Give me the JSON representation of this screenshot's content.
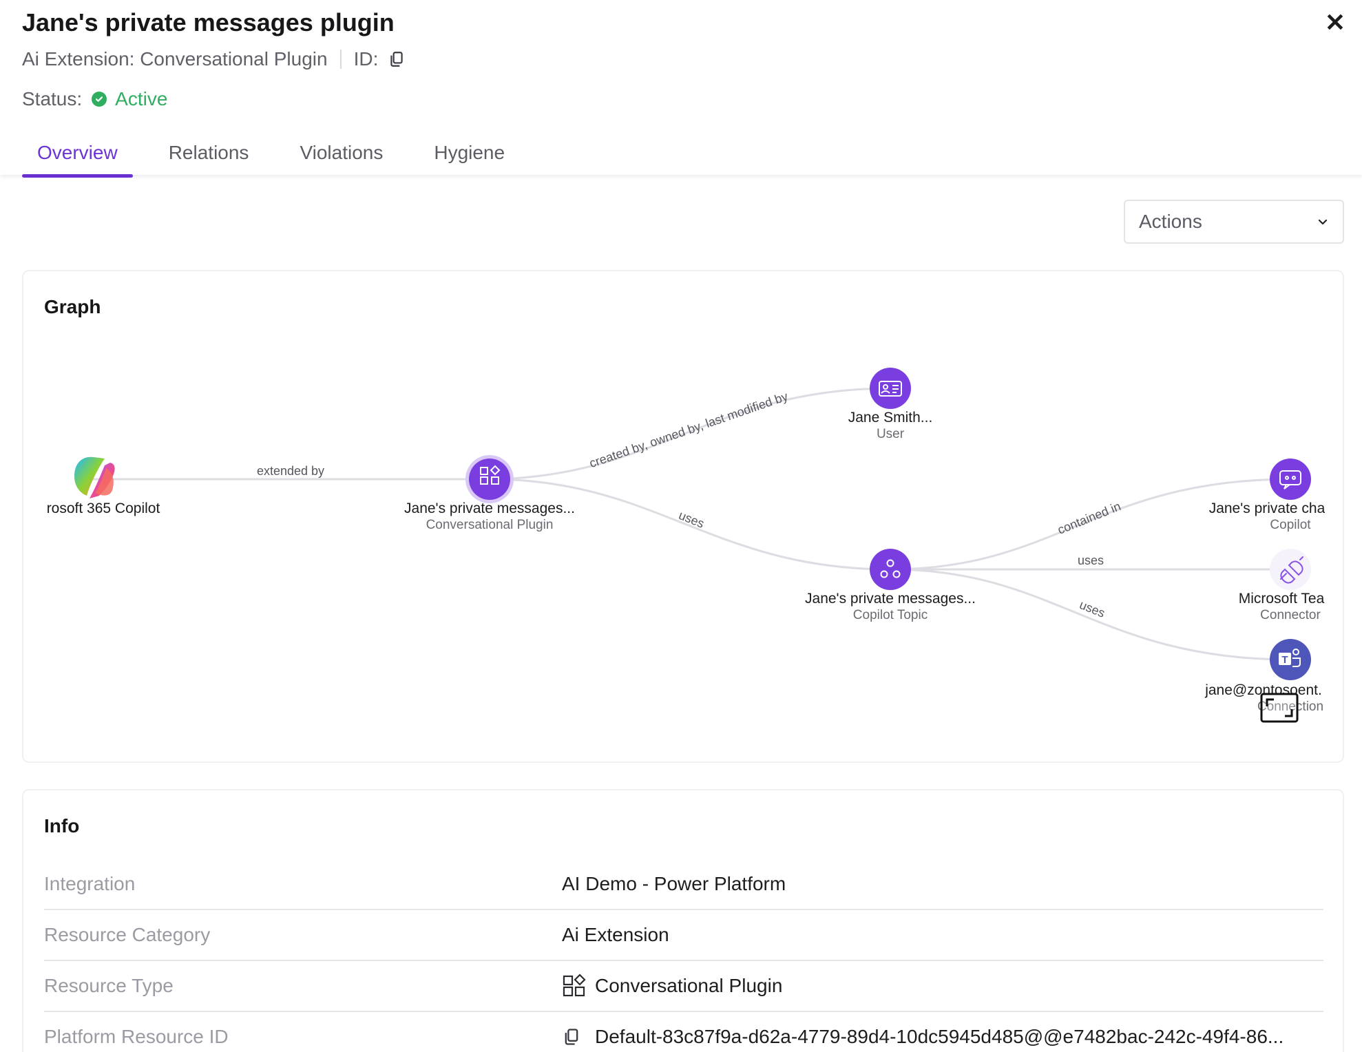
{
  "header": {
    "title": "Jane's private messages plugin",
    "subtitle": "Ai Extension: Conversational Plugin",
    "id_label": "ID:",
    "status_label": "Status:",
    "status_value": "Active"
  },
  "tabs": [
    {
      "label": "Overview",
      "active": true
    },
    {
      "label": "Relations",
      "active": false
    },
    {
      "label": "Violations",
      "active": false
    },
    {
      "label": "Hygiene",
      "active": false
    }
  ],
  "actions": {
    "label": "Actions"
  },
  "graph": {
    "title": "Graph",
    "nodes": {
      "copilot": {
        "name": "rosoft 365 Copilot"
      },
      "plugin": {
        "name": "Jane's private messages...",
        "type": "Conversational Plugin"
      },
      "user": {
        "name": "Jane Smith...",
        "type": "User"
      },
      "topic": {
        "name": "Jane's private messages...",
        "type": "Copilot Topic"
      },
      "copilot2": {
        "name": "Jane's private cha",
        "type": "Copilot"
      },
      "connector": {
        "name": "Microsoft Tea",
        "type": "Connector"
      },
      "connection": {
        "name": "jane@zontosoent.",
        "type": "Connection"
      }
    },
    "edges": {
      "extended_by": "extended by",
      "created_by": "created by, owned by, last modified by",
      "uses1": "uses",
      "contained_in": "contained in",
      "uses2": "uses",
      "uses3": "uses"
    }
  },
  "info": {
    "title": "Info",
    "rows": [
      {
        "key": "Integration",
        "value": "AI Demo - Power Platform"
      },
      {
        "key": "Resource Category",
        "value": "Ai Extension"
      },
      {
        "key": "Resource Type",
        "value": "Conversational Plugin"
      },
      {
        "key": "Platform Resource ID",
        "value": "Default-83c87f9a-d62a-4779-89d4-10dc5945d485@@e7482bac-242c-49f4-86..."
      }
    ]
  },
  "colors": {
    "accent": "#6a2fd1",
    "node": "#7a3ee0",
    "active": "#2fae60"
  }
}
